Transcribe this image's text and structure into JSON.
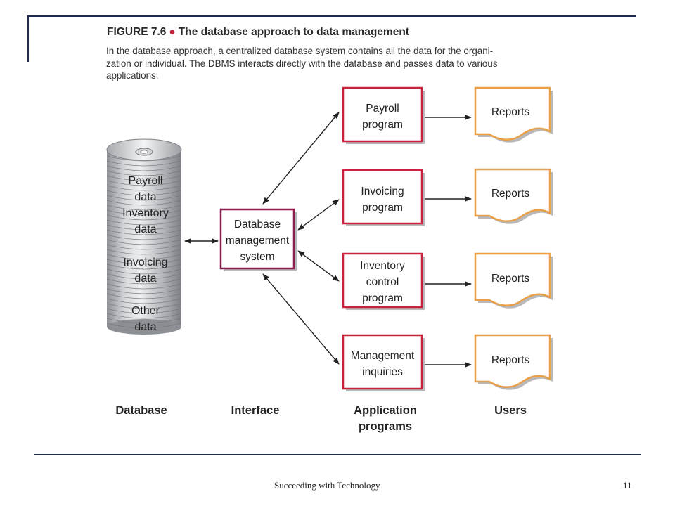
{
  "figure": {
    "number": "FIGURE 7.6",
    "title": "The database approach to data management",
    "caption_lines": [
      "In the database approach, a centralized database system contains all the data for the organi-",
      "zation or individual. The DBMS interacts directly with the database and passes data to various",
      "applications."
    ]
  },
  "database": {
    "labels": [
      "Payroll",
      "data",
      "Inventory",
      "data",
      "Invoicing",
      "data",
      "Other",
      "data"
    ]
  },
  "dbms": {
    "lines": [
      "Database",
      "management",
      "system"
    ]
  },
  "programs": [
    {
      "lines": [
        "Payroll",
        "program"
      ]
    },
    {
      "lines": [
        "Invoicing",
        "program"
      ]
    },
    {
      "lines": [
        "Inventory",
        "control",
        "program"
      ]
    },
    {
      "lines": [
        "Management",
        "inquiries"
      ]
    }
  ],
  "reports": [
    "Reports",
    "Reports",
    "Reports",
    "Reports"
  ],
  "columns": {
    "database": "Database",
    "interface": "Interface",
    "application_lines": [
      "Application",
      "programs"
    ],
    "users": "Users"
  },
  "colors": {
    "program_border": "#c8223c",
    "dbms_border": "#8a1d4e",
    "report_border": "#e9a048",
    "bullet": "#c21f3a",
    "frame": "#1c2a50"
  },
  "footer": {
    "title": "Succeeding with Technology",
    "page": "11"
  }
}
